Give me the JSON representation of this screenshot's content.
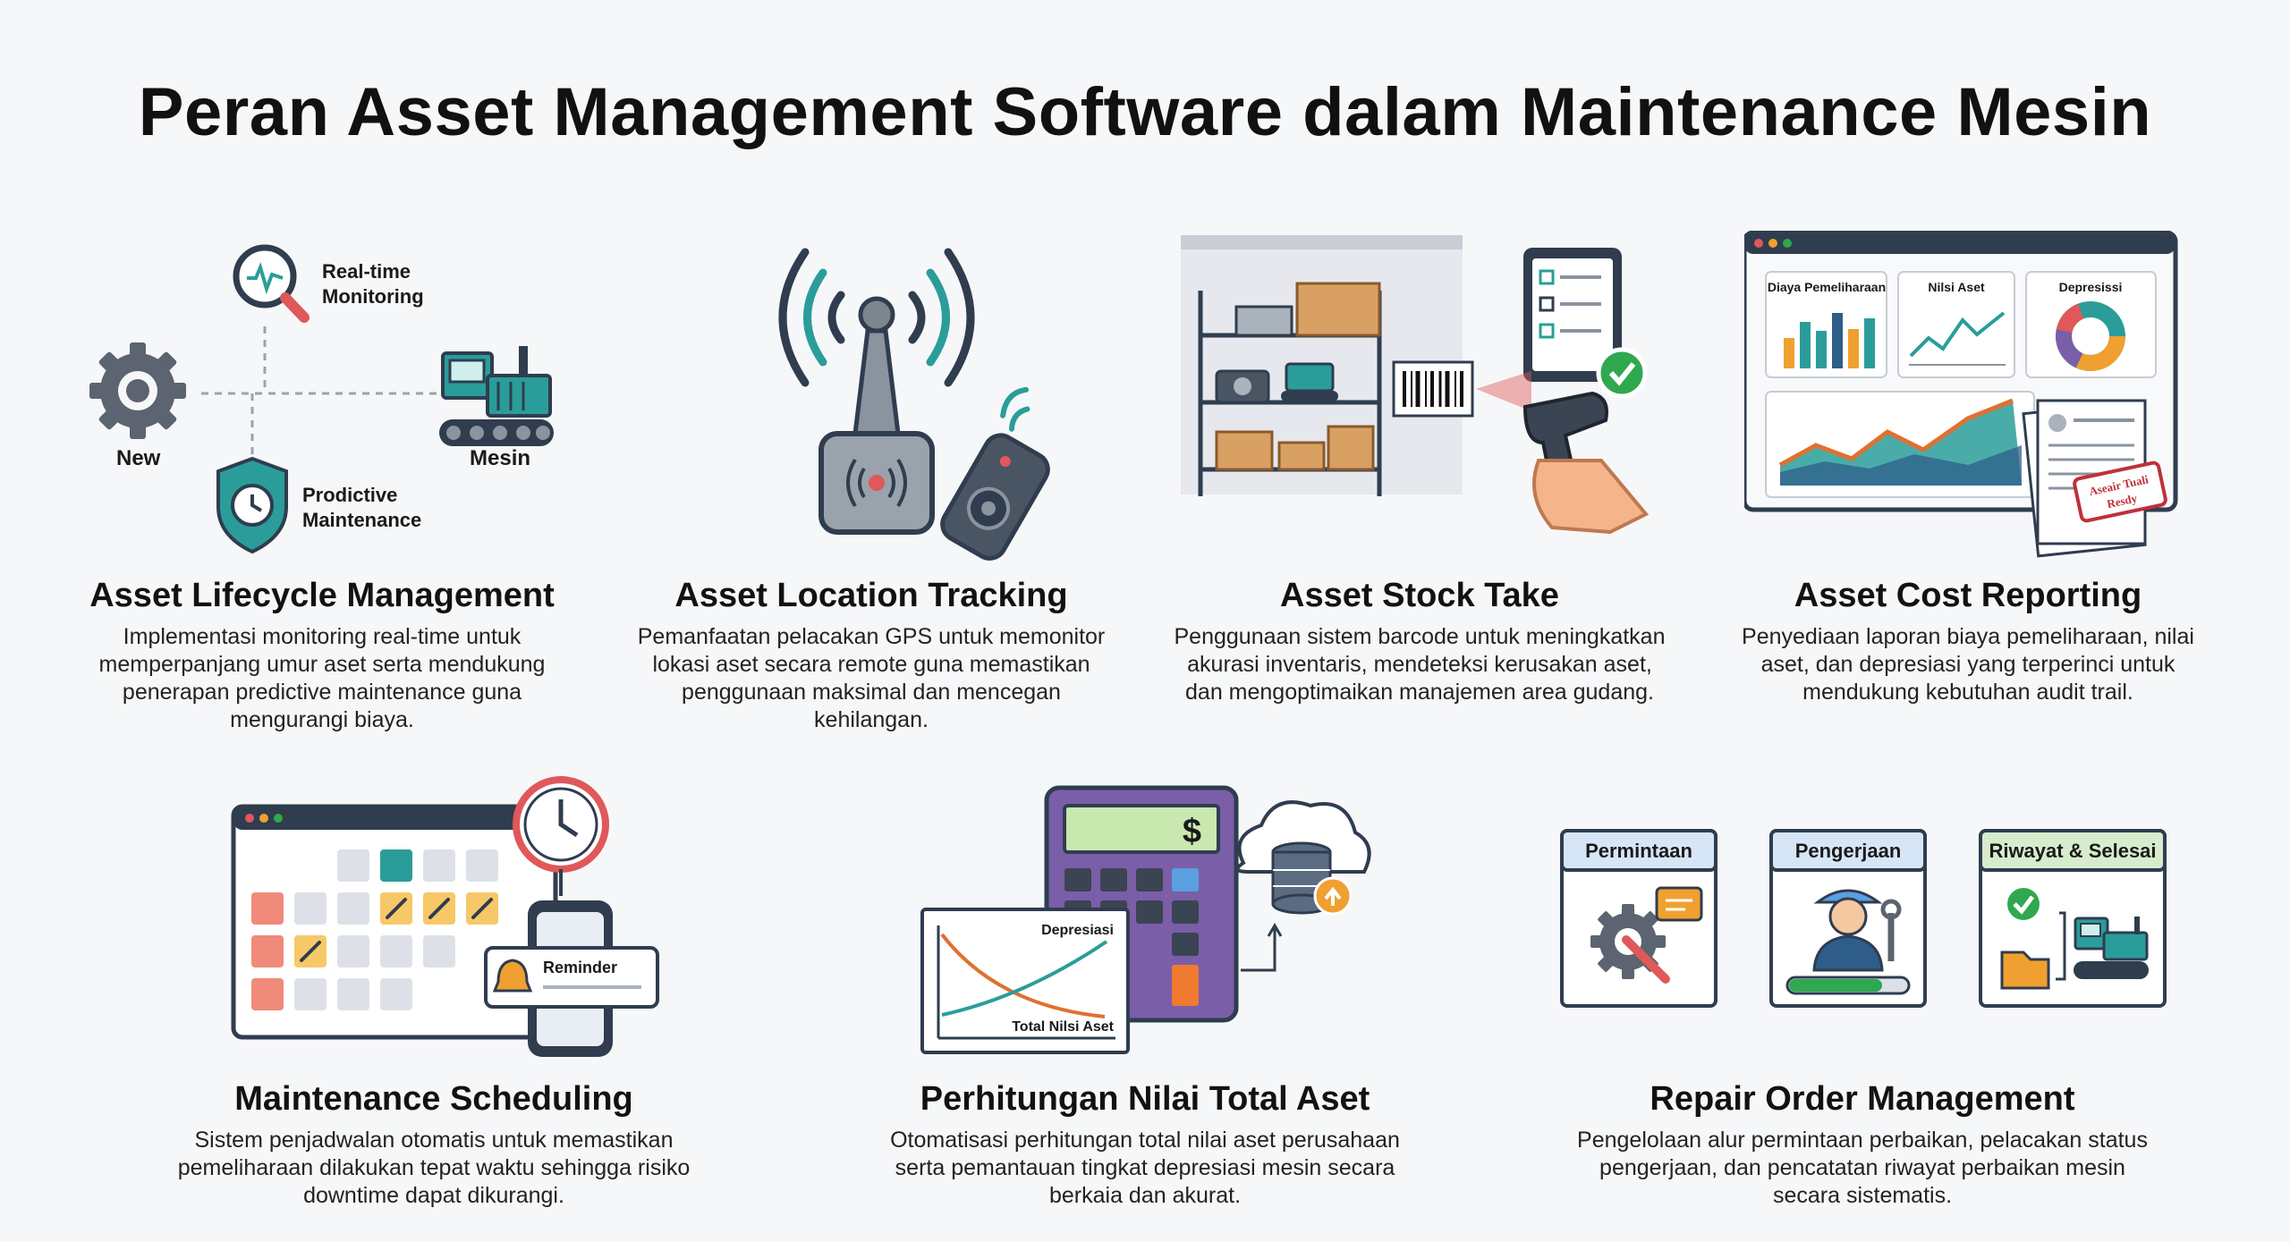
{
  "title": "Peran Asset Management Software dalam Maintenance Mesin",
  "cards": [
    {
      "title": "Asset Lifecycle Management",
      "desc": "Implementasi monitoring real-time untuk memperpanjang umur aset serta mendukung penerapan predictive maintenance guna mengurangi biaya.",
      "labels": {
        "monitoring_1": "Real-time",
        "monitoring_2": "Monitoring",
        "new": "New",
        "mesin": "Mesin",
        "predictive_1": "Prodictive",
        "predictive_2": "Maintenance"
      }
    },
    {
      "title": "Asset Location Tracking",
      "desc": "Pemanfaatan pelacakan GPS untuk memonitor lokasi aset secara remote guna memastikan penggunaan maksimal dan mencegan kehilangan."
    },
    {
      "title": "Asset Stock Take",
      "desc": "Penggunaan sistem barcode untuk meningkatkan akurasi inventaris, mendeteksi kerusakan aset, dan mengoptimaikan manajemen area gudang."
    },
    {
      "title": "Asset Cost Reporting",
      "desc": "Penyediaan laporan biaya pemeliharaan, nilai aset, dan depresiasi yang terperinci untuk mendukung kebutuhan audit trail.",
      "labels": {
        "biaya": "Diaya Pemeliharaan",
        "nilai": "Nilsi Aset",
        "depresiasi": "Depresissi",
        "stamp_1": "Aseair Tuali",
        "stamp_2": "Resdy"
      }
    },
    {
      "title": "Maintenance Scheduling",
      "desc": "Sistem penjadwalan otomatis untuk memastikan pemeliharaan dilakukan tepat waktu sehingga risiko downtime dapat dikurangi.",
      "labels": {
        "reminder": "Reminder"
      }
    },
    {
      "title": "Perhitungan Nilai Total Aset",
      "desc": "Otomatisasi perhitungan total nilai aset perusahaan serta pemantauan tingkat depresiasi mesin secara berkaia dan akurat.",
      "labels": {
        "dollar": "$",
        "depresiasi": "Depresiasi",
        "total": "Total Nilsi Aset"
      }
    },
    {
      "title": "Repair Order Management",
      "desc": "Pengelolaan alur permintaan perbaikan, pelacakan status pengerjaan, dan pencatatan riwayat perbaikan mesin secara sistematis.",
      "labels": {
        "permintaan": "Permintaan",
        "pengerjaan": "Pengerjaan",
        "riwayat": "Riwayat & Selesai"
      }
    }
  ],
  "colors": {
    "teal": "#2a9d9a",
    "navy": "#2f3d4f",
    "orange": "#f0a030",
    "purple": "#7a5ea8",
    "red": "#e0585a",
    "green": "#2fa84f"
  }
}
